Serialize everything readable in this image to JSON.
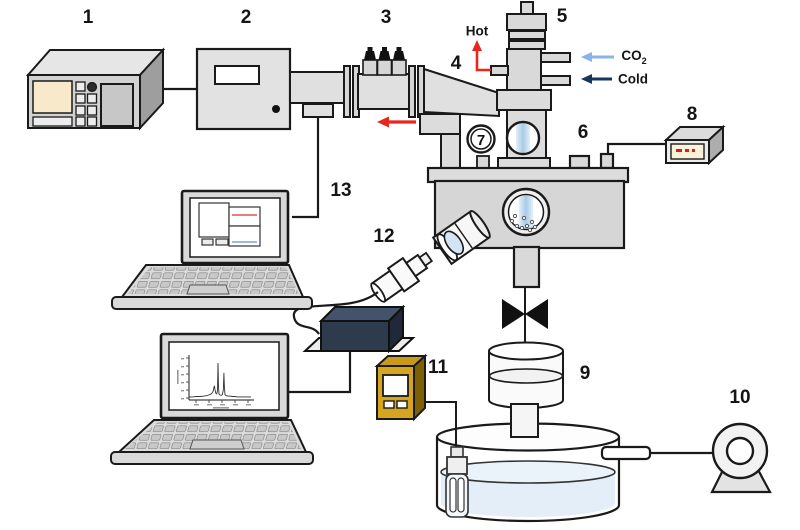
{
  "labels": {
    "n1": "1",
    "n2": "2",
    "n3": "3",
    "n4": "4",
    "n5": "5",
    "n6": "6",
    "n7": "7",
    "n8": "8",
    "n9": "9",
    "n10": "10",
    "n11": "11",
    "n12": "12",
    "n13": "13",
    "hot": "Hot",
    "co2_base": "CO",
    "co2_sub": "2",
    "cold": "Cold"
  },
  "colors": {
    "hot_arrow": "#e8251f",
    "co2_arrow": "#8ab4e8",
    "cold_arrow": "#17365d",
    "water": "#e3eef8",
    "water_top": "#eaf2fa",
    "plasma": "#a8cbe8",
    "yellow_box": "#d6a51f",
    "spectrometer": "#2e3b4d",
    "instrument_screen": "#f7e9c9",
    "readout_screen": "#fcf2da",
    "ui_red_line": "#e05555",
    "ui_blue_line": "#7aa7d9"
  },
  "chart_data": {
    "type": "line",
    "title": "",
    "xlabel": "",
    "ylabel": "",
    "x_range": [
      0,
      100
    ],
    "y_range": [
      0,
      100
    ],
    "points": [
      [
        0,
        3
      ],
      [
        6,
        3
      ],
      [
        12,
        4
      ],
      [
        18,
        4
      ],
      [
        24,
        5
      ],
      [
        28,
        6
      ],
      [
        32,
        8
      ],
      [
        35,
        10
      ],
      [
        37,
        13
      ],
      [
        39,
        18
      ],
      [
        40,
        26
      ],
      [
        41,
        32
      ],
      [
        42,
        22
      ],
      [
        43,
        14
      ],
      [
        44,
        11
      ],
      [
        45,
        12
      ],
      [
        46,
        20
      ],
      [
        46.8,
        92
      ],
      [
        47.6,
        30
      ],
      [
        48.4,
        10
      ],
      [
        50,
        8
      ],
      [
        52,
        7
      ],
      [
        54,
        9
      ],
      [
        55.5,
        24
      ],
      [
        56.3,
        66
      ],
      [
        57.1,
        28
      ],
      [
        58,
        9
      ],
      [
        60,
        6
      ],
      [
        63,
        5
      ],
      [
        66,
        5
      ],
      [
        70,
        4
      ],
      [
        74,
        4
      ],
      [
        78,
        3
      ],
      [
        82,
        3
      ],
      [
        86,
        3
      ],
      [
        90,
        3
      ],
      [
        95,
        3
      ],
      [
        100,
        3
      ]
    ],
    "description": "emission spectrum shown on analysis laptop screen"
  }
}
